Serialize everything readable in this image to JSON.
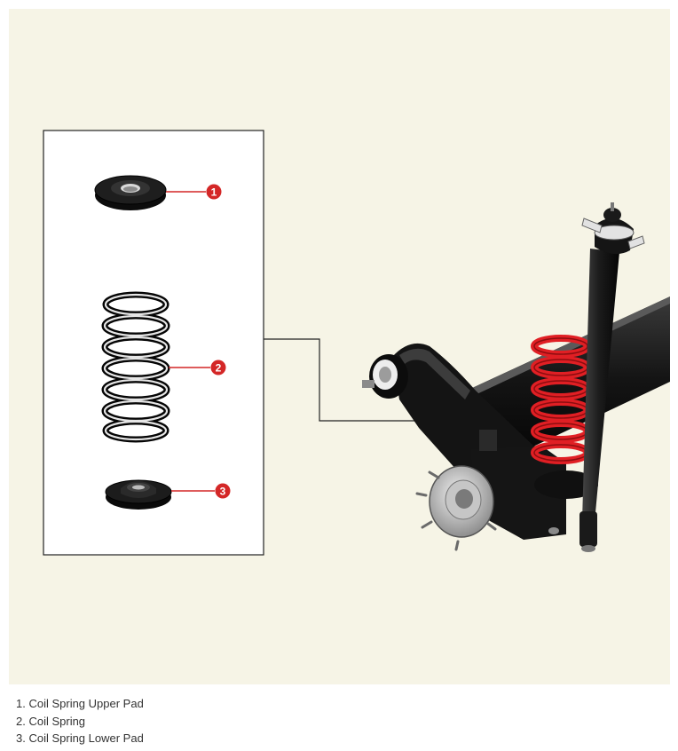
{
  "colors": {
    "background": "#f6f4e6",
    "callout": "#d42727",
    "spring_red": "#e01f24",
    "part_black": "#111111",
    "text": "#333333"
  },
  "callouts": [
    {
      "number": "1"
    },
    {
      "number": "2"
    },
    {
      "number": "3"
    }
  ],
  "legend": [
    {
      "label": "1. Coil Spring Upper Pad"
    },
    {
      "label": "2. Coil Spring"
    },
    {
      "label": "3. Coil Spring Lower Pad"
    }
  ]
}
